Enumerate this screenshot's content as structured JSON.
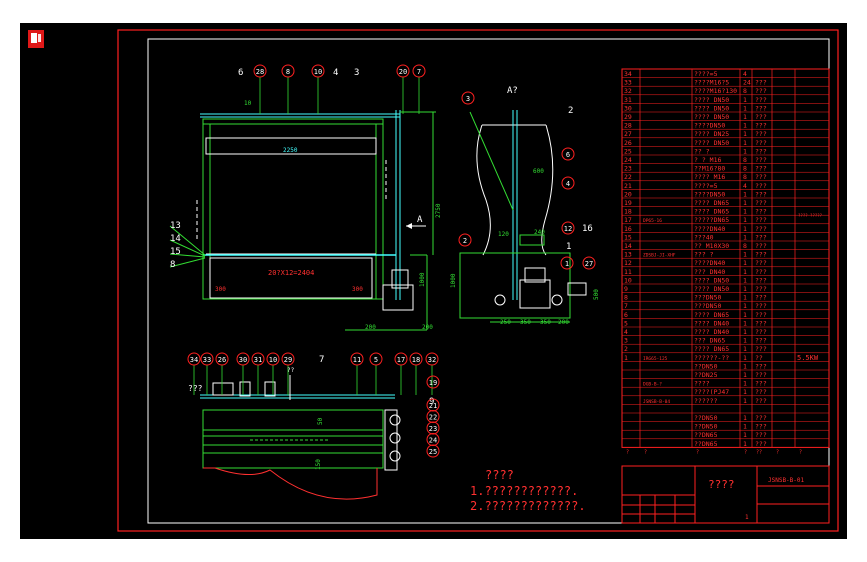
{
  "colors": {
    "background": "#000000",
    "frame": "#ffffff",
    "border_red": "#ff2020",
    "line_white": "#ffffff",
    "line_green": "#33dd33",
    "line_cyan": "#44ffff",
    "table_text": "#ff3030",
    "balloon": "#ff2020"
  },
  "icons": {
    "app": "cad-app-icon"
  },
  "front_view": {
    "balloons_top": [
      "6",
      "28",
      "8",
      "10",
      "4",
      "3",
      "20",
      "7"
    ],
    "balloons_left": [
      "13",
      "14",
      "15",
      "8"
    ],
    "dim_top_span": "2250",
    "dim_label_10": "10",
    "dim_pipe": "20?X12=2404",
    "dim_left_foot": "300",
    "dim_right_foot": "300",
    "dim_height": "2750",
    "dim_small_height": "1000",
    "dim_bottom_1": "200",
    "dim_bottom_2": "200",
    "section_mark": "A"
  },
  "side_view": {
    "title": "A?",
    "balloons": [
      "3",
      "2",
      "6",
      "4",
      "2",
      "12",
      "16",
      "1",
      "1",
      "27"
    ],
    "dim_1": "600",
    "dim_2": "240",
    "dim_3": "120",
    "dim_4": "1000",
    "dim_5": "500",
    "dim_bottom": [
      "250",
      "350",
      "350",
      "200"
    ]
  },
  "plan_view": {
    "balloons_top": [
      "34",
      "33",
      "26",
      "30",
      "31",
      "10",
      "29",
      "7",
      "11",
      "5",
      "17",
      "18",
      "32"
    ],
    "balloons_right": [
      "19",
      "9",
      "21",
      "22",
      "23",
      "24",
      "25"
    ],
    "label_q": "???",
    "label_q2": "??",
    "dim_1": "50",
    "dim_2": "150"
  },
  "notes": {
    "title": "????",
    "line1": "1.????????????.",
    "line2": "2.?????????????."
  },
  "parts_table": {
    "rows": [
      {
        "no": "34",
        "code": "",
        "name": "????=5",
        "qty": "4",
        "mat": ""
      },
      {
        "no": "33",
        "code": "",
        "name": "????M16?5",
        "qty": "24",
        "mat": "???"
      },
      {
        "no": "32",
        "code": "",
        "name": "????M16?130",
        "qty": "8",
        "mat": "???"
      },
      {
        "no": "31",
        "code": "",
        "name": "???? DN50",
        "qty": "1",
        "mat": "???"
      },
      {
        "no": "30",
        "code": "",
        "name": "???? DN50",
        "qty": "1",
        "mat": "???"
      },
      {
        "no": "29",
        "code": "",
        "name": "???? DN50",
        "qty": "1",
        "mat": "???"
      },
      {
        "no": "28",
        "code": "",
        "name": "????DN50",
        "qty": "1",
        "mat": "???"
      },
      {
        "no": "27",
        "code": "",
        "name": "???? DN25",
        "qty": "1",
        "mat": "???"
      },
      {
        "no": "26",
        "code": "",
        "name": "???? DN50",
        "qty": "1",
        "mat": "???"
      },
      {
        "no": "25",
        "code": "",
        "name": "?? ?",
        "qty": "1",
        "mat": "???"
      },
      {
        "no": "24",
        "code": "",
        "name": "? ? M16",
        "qty": "8",
        "mat": "???"
      },
      {
        "no": "23",
        "code": "",
        "name": "??M16?80",
        "qty": "8",
        "mat": "???"
      },
      {
        "no": "22",
        "code": "",
        "name": "???? M16",
        "qty": "8",
        "mat": "???"
      },
      {
        "no": "21",
        "code": "",
        "name": "????=5",
        "qty": "4",
        "mat": "???"
      },
      {
        "no": "20",
        "code": "",
        "name": "????DN50",
        "qty": "1",
        "mat": "???"
      },
      {
        "no": "19",
        "code": "",
        "name": "???? DN65",
        "qty": "1",
        "mat": "???"
      },
      {
        "no": "18",
        "code": "",
        "name": "???? DN65",
        "qty": "1",
        "mat": "???"
      },
      {
        "no": "17",
        "code": "DP65-16",
        "name": "?????DN65",
        "qty": "1",
        "mat": "???"
      },
      {
        "no": "16",
        "code": "",
        "name": "????DN40",
        "qty": "1",
        "mat": "???"
      },
      {
        "no": "15",
        "code": "",
        "name": "???40",
        "qty": "1",
        "mat": "???"
      },
      {
        "no": "14",
        "code": "",
        "name": "?? M10X30",
        "qty": "8",
        "mat": "???"
      },
      {
        "no": "13",
        "code": "ZDSBJ-JI-XHF",
        "name": "??? ?",
        "qty": "1",
        "mat": "???"
      },
      {
        "no": "12",
        "code": "",
        "name": "????DN40",
        "qty": "1",
        "mat": "???"
      },
      {
        "no": "11",
        "code": "",
        "name": "??? DN40",
        "qty": "1",
        "mat": "???"
      },
      {
        "no": "10",
        "code": "",
        "name": "???? DN50",
        "qty": "1",
        "mat": "???"
      },
      {
        "no": "9",
        "code": "",
        "name": "???? DN50",
        "qty": "1",
        "mat": "???"
      },
      {
        "no": "8",
        "code": "",
        "name": "???DN50",
        "qty": "1",
        "mat": "???"
      },
      {
        "no": "7",
        "code": "",
        "name": "???DN50",
        "qty": "1",
        "mat": "???"
      },
      {
        "no": "6",
        "code": "",
        "name": "???? DN65",
        "qty": "1",
        "mat": "???"
      },
      {
        "no": "5",
        "code": "",
        "name": "???? DN40",
        "qty": "1",
        "mat": "???"
      },
      {
        "no": "4",
        "code": "",
        "name": "???? DN40",
        "qty": "1",
        "mat": "???"
      },
      {
        "no": "3",
        "code": "",
        "name": "??? DN65",
        "qty": "1",
        "mat": "???"
      },
      {
        "no": "2",
        "code": "",
        "name": "???? DN65",
        "qty": "1",
        "mat": "???"
      },
      {
        "no": "1",
        "code": "IRG65-125",
        "name": "??????-??",
        "qty": "1",
        "mat": "??",
        "note": "5.5KW"
      },
      {
        "no": "",
        "code": "",
        "name": "??DN50",
        "qty": "1",
        "mat": "???"
      },
      {
        "no": "",
        "code": "",
        "name": "??DN25",
        "qty": "1",
        "mat": "???"
      },
      {
        "no": "",
        "code": "DGB-B-?",
        "name": "???? ",
        "qty": "1",
        "mat": "???"
      },
      {
        "no": "",
        "code": "",
        "name": "????(PJ47",
        "qty": "1",
        "mat": "???"
      },
      {
        "no": "",
        "code": "JSNSB-B-04",
        "name": "??????",
        "qty": "1",
        "mat": "???"
      },
      {
        "no": "",
        "code": "",
        "name": "",
        "qty": "",
        "mat": ""
      },
      {
        "no": "",
        "code": "",
        "name": "??DN50",
        "qty": "1",
        "mat": "???"
      },
      {
        "no": "",
        "code": "",
        "name": "??DN50",
        "qty": "1",
        "mat": "???"
      },
      {
        "no": "",
        "code": "",
        "name": "??DN65",
        "qty": "1",
        "mat": "???"
      },
      {
        "no": "",
        "code": "",
        "name": "??DN65",
        "qty": "1",
        "mat": "???"
      }
    ],
    "side_note": "???? ?????",
    "header_cells": [
      "?",
      "?",
      "?",
      "?",
      "??",
      "?",
      "?"
    ],
    "title_block": {
      "title": "????",
      "drawing_no": "JSNSB-B-01",
      "sheet": "1"
    }
  }
}
